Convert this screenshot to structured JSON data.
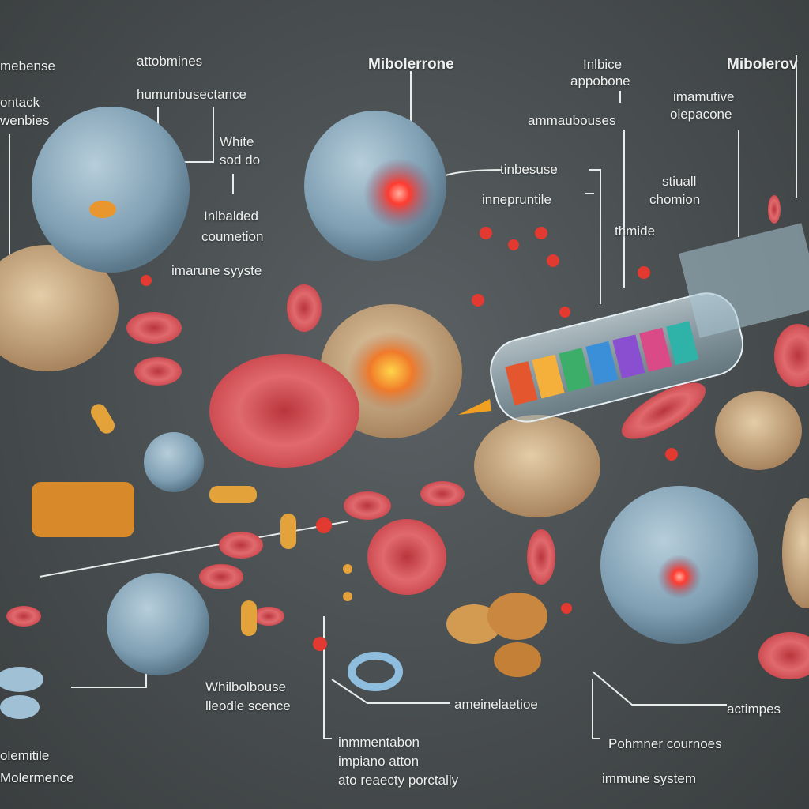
{
  "title_labels": {
    "left": "Mibolerrone",
    "right": "Mibolerov"
  },
  "labels": {
    "membense": "mebense",
    "contack_1": "ontack",
    "contack_2": "wenbies",
    "attobmines": "attobmines",
    "humunbuse": "humunbusectance",
    "white_1": "White",
    "white_2": "sod do",
    "inlbalded_1": "Inlbalded",
    "inlbalded_2": "coumetion",
    "immune_syste": "imarune syyste",
    "inlbice_1": "Inlbice",
    "inlbice_2": "appobone",
    "ammaubouses": "ammaubouses",
    "immutive_1": "imamutive",
    "immutive_2": "olepacone",
    "tinbesuse": "tinbesuse",
    "innepritnile": "innepruntile",
    "stiuall_1": "stiuall",
    "stiuall_2": "chomion",
    "thmide": "thmide",
    "whilbolbouse_1": "Whilbolbouse",
    "whilbolbouse_2": "lleodle scence",
    "amenelaction": "ameinelaetioe",
    "actimpes": "actimpes",
    "olemitile_1": "olemitile",
    "olemitile_2": "Molermence",
    "inmmentation_1": "inmmentabon",
    "inmmentation_2": "impiano atton",
    "inmmentation_3": "ato reaecty porctally",
    "pohmner": "Pohmner cournoes",
    "immune_system": "immune system"
  },
  "colors": {
    "background": "#4a4f51",
    "wbc": "#8fb0c4",
    "rbc": "#d7545a",
    "tissue": "#c9ab84",
    "label": "#eef0ee"
  }
}
